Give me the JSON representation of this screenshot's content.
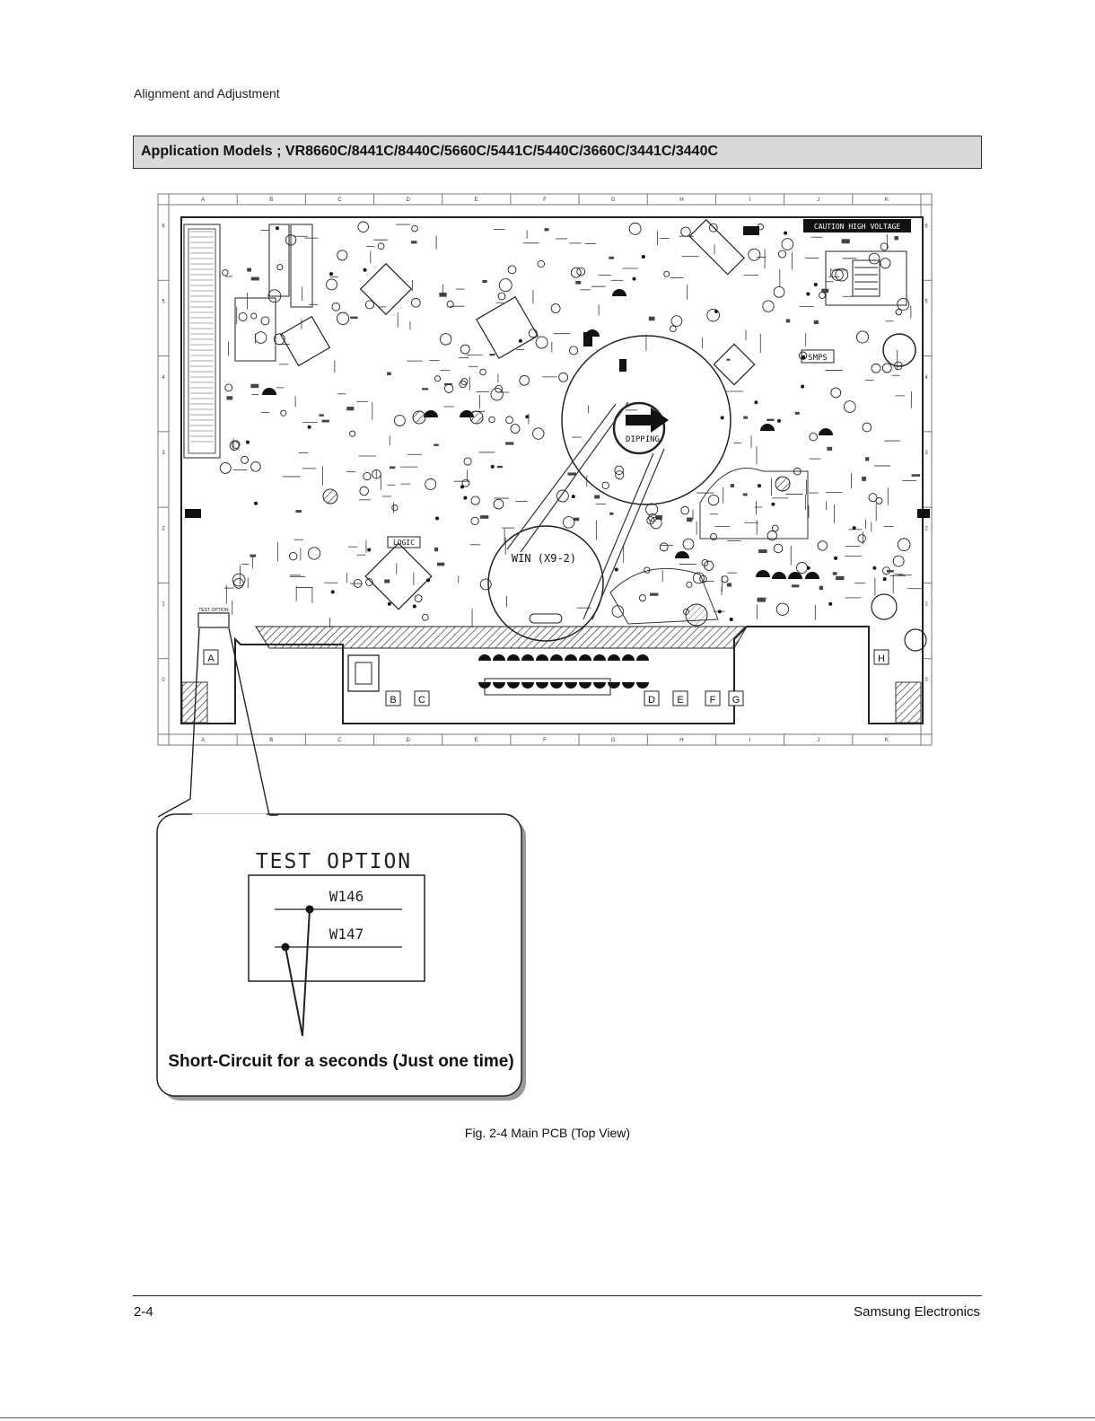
{
  "header": {
    "section_title": "Alignment and Adjustment"
  },
  "banner": {
    "text": "Application Models ; VR8660C/8441C/8440C/5660C/5441C/5440C/3660C/3441C/3440C"
  },
  "pcb": {
    "column_labels": [
      "A",
      "B",
      "C",
      "D",
      "E",
      "F",
      "G",
      "H",
      "I",
      "J",
      "K"
    ],
    "row_labels": [
      "6",
      "5",
      "4",
      "3",
      "2",
      "1",
      "0"
    ],
    "caution": "CAUTION HIGH VOLTAGE",
    "dipping": "DIPPING",
    "win": "WIN (X9-2)",
    "logic": "LOGIC",
    "smps": "SMPS",
    "test_option_small": "TEST OPTION",
    "bottom_letters": [
      "A",
      "B",
      "C",
      "D",
      "E",
      "F",
      "G",
      "H"
    ]
  },
  "callout": {
    "title": "TEST OPTION",
    "w146": "W146",
    "w147": "W147",
    "instruction": "Short-Circuit for a seconds (Just one time)"
  },
  "caption": "Fig. 2-4 Main PCB (Top View)",
  "footer": {
    "page": "2-4",
    "company": "Samsung Electronics"
  }
}
